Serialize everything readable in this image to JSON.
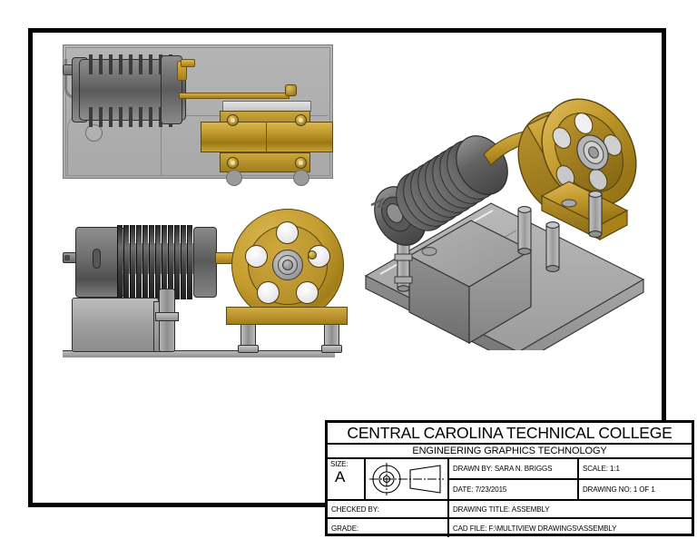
{
  "document": {
    "type": "engineering-multiview-assembly-drawing",
    "sheet_size": "A"
  },
  "title_block": {
    "company": "CENTRAL CAROLINA TECHNICAL COLLEGE",
    "department": "ENGINEERING GRAPHICS TECHNOLOGY",
    "size_label": "SIZE:",
    "size_value": "A",
    "projection_symbol": "third-angle-projection-symbol",
    "drawn_by": "DRAWN BY: SARA N. BRIGGS",
    "scale": "SCALE: 1:1",
    "date": "DATE: 7/23/2015",
    "drawing_no": "DRAWING NO: 1 OF 1",
    "checked_by": "CHECKED BY:",
    "drawing_title": "DRAWING TITLE: ASSEMBLY",
    "grade": "GRADE:",
    "cad_file": "CAD FILE: F:\\MULTIVIEW DRAWINGS\\ASSEMBLY"
  },
  "views": {
    "top": {
      "name": "top-view",
      "description": "Sectioned plan view of Stirling engine assembly on gray cut plane"
    },
    "front": {
      "name": "front-view",
      "description": "Front elevation showing finned cylinder, base and brass flywheel"
    },
    "isometric": {
      "name": "isometric-view",
      "description": "Pictorial isometric view of complete assembly on base plate"
    }
  },
  "colors": {
    "brass": "#c49c2e",
    "brass_dark": "#9c7818",
    "brass_light": "#d9b550",
    "steel": "#9d9d9d",
    "steel_dark": "#5a5a5a",
    "outline": "#2b2b2b",
    "section_plane": "#b0b0b0",
    "border": "#000000"
  }
}
